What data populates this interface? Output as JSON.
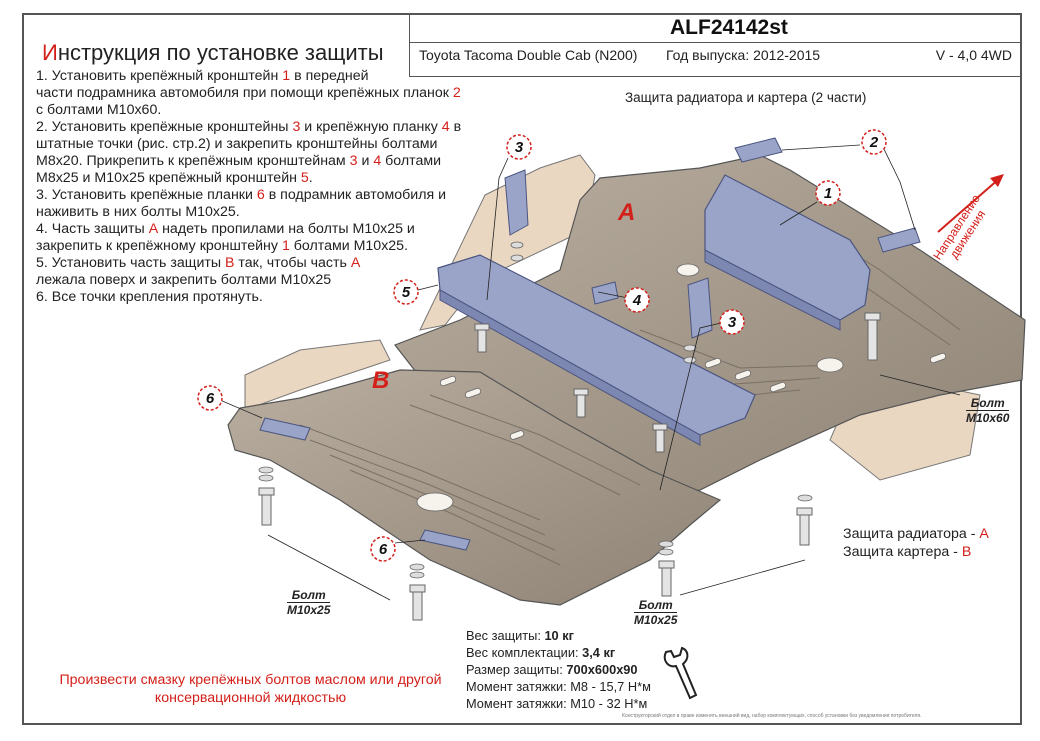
{
  "header": {
    "code": "ALF24142st",
    "car": "Toyota Tacoma Double Cab (N200)",
    "year": "Год выпуска: 2012-2015",
    "engine": "V - 4,0 4WD"
  },
  "instructions": {
    "title_first": "И",
    "title_rest": "нструкция по установке защиты",
    "lines": [
      [
        {
          "t": "1. Установить крепёжный кронштейн "
        },
        {
          "t": "1",
          "red": true
        },
        {
          "t": " в передней"
        }
      ],
      [
        {
          "t": "части подрамника автомобиля при помощи крепёжных планок "
        },
        {
          "t": "2",
          "red": true
        }
      ],
      [
        {
          "t": "с болтами М10х60."
        }
      ],
      [
        {
          "t": "2. Установить крепёжные кронштейны "
        },
        {
          "t": "3",
          "red": true
        },
        {
          "t": " и крепёжную планку "
        },
        {
          "t": "4",
          "red": true
        },
        {
          "t": " в"
        }
      ],
      [
        {
          "t": "штатные точки (рис. стр.2) и закрепить кронштейны болтами"
        }
      ],
      [
        {
          "t": "М8х20. Прикрепить к крепёжным кронштейнам "
        },
        {
          "t": "3",
          "red": true
        },
        {
          "t": " и "
        },
        {
          "t": "4",
          "red": true
        },
        {
          "t": " болтами"
        }
      ],
      [
        {
          "t": "М8х25 и М10х25 крепёжный кронштейн "
        },
        {
          "t": "5",
          "red": true
        },
        {
          "t": "."
        }
      ],
      [
        {
          "t": "3. Установить крепёжные планки "
        },
        {
          "t": "6",
          "red": true
        },
        {
          "t": " в подрамник автомобиля и"
        }
      ],
      [
        {
          "t": "наживить в них болты М10х25."
        }
      ],
      [
        {
          "t": "4. Часть защиты "
        },
        {
          "t": "А",
          "red": true
        },
        {
          "t": " надеть пропилами на болты М10х25 и"
        }
      ],
      [
        {
          "t": "закрепить к крепёжному кронштейну "
        },
        {
          "t": "1",
          "red": true
        },
        {
          "t": " болтами М10х25."
        }
      ],
      [
        {
          "t": "5. Установить часть защиты "
        },
        {
          "t": "В",
          "red": true
        },
        {
          "t": " так, чтобы часть "
        },
        {
          "t": "А",
          "red": true
        }
      ],
      [
        {
          "t": "лежала поверх и закрепить болтами М10х25"
        }
      ],
      [
        {
          "t": "6. Все точки крепления протянуть."
        }
      ]
    ]
  },
  "diagram": {
    "subtitle": "Защита радиатора и картера (2 части)",
    "plate_a": "A",
    "plate_b": "B",
    "callouts": [
      "3",
      "2",
      "1",
      "5",
      "4",
      "3",
      "6",
      "6"
    ],
    "bolt_label_1": {
      "line1": "Болт",
      "line2": "М10х60"
    },
    "bolt_label_2": {
      "line1": "Болт",
      "line2": "М10х25"
    },
    "bolt_label_3": {
      "line1": "Болт",
      "line2": "М10х25"
    },
    "direction": {
      "line1": "Направление",
      "line2": "движения"
    },
    "colors": {
      "plate": "#a59a8c",
      "bracket": "#9aa4c8",
      "shield": "#ead7c2",
      "accent": "#d3201a"
    }
  },
  "legend": {
    "radiator": "Защита радиатора - ",
    "radiator_letter": "А",
    "crankcase": "Защита картера - ",
    "crankcase_letter": "В"
  },
  "specs": {
    "weight_label": "Вес защиты: ",
    "weight_value": "10 кг",
    "kit_label": "Вес комплектации: ",
    "kit_value": "3,4 кг",
    "size_label": "Размер защиты: ",
    "size_value": "700х600х90",
    "torque1": "Момент затяжки:  М8 - 15,7 Н*м",
    "torque2": "Момент затяжки:  М10 - 32 Н*м"
  },
  "lubrication": {
    "line1": "Произвести смазку крепёжных болтов маслом или другой",
    "line2": "консервационной жидкостью"
  },
  "footer": "Конструкторский отдел в праве изменять внешний вид, набор комплектующих, способ установки без уведомления потребителя."
}
